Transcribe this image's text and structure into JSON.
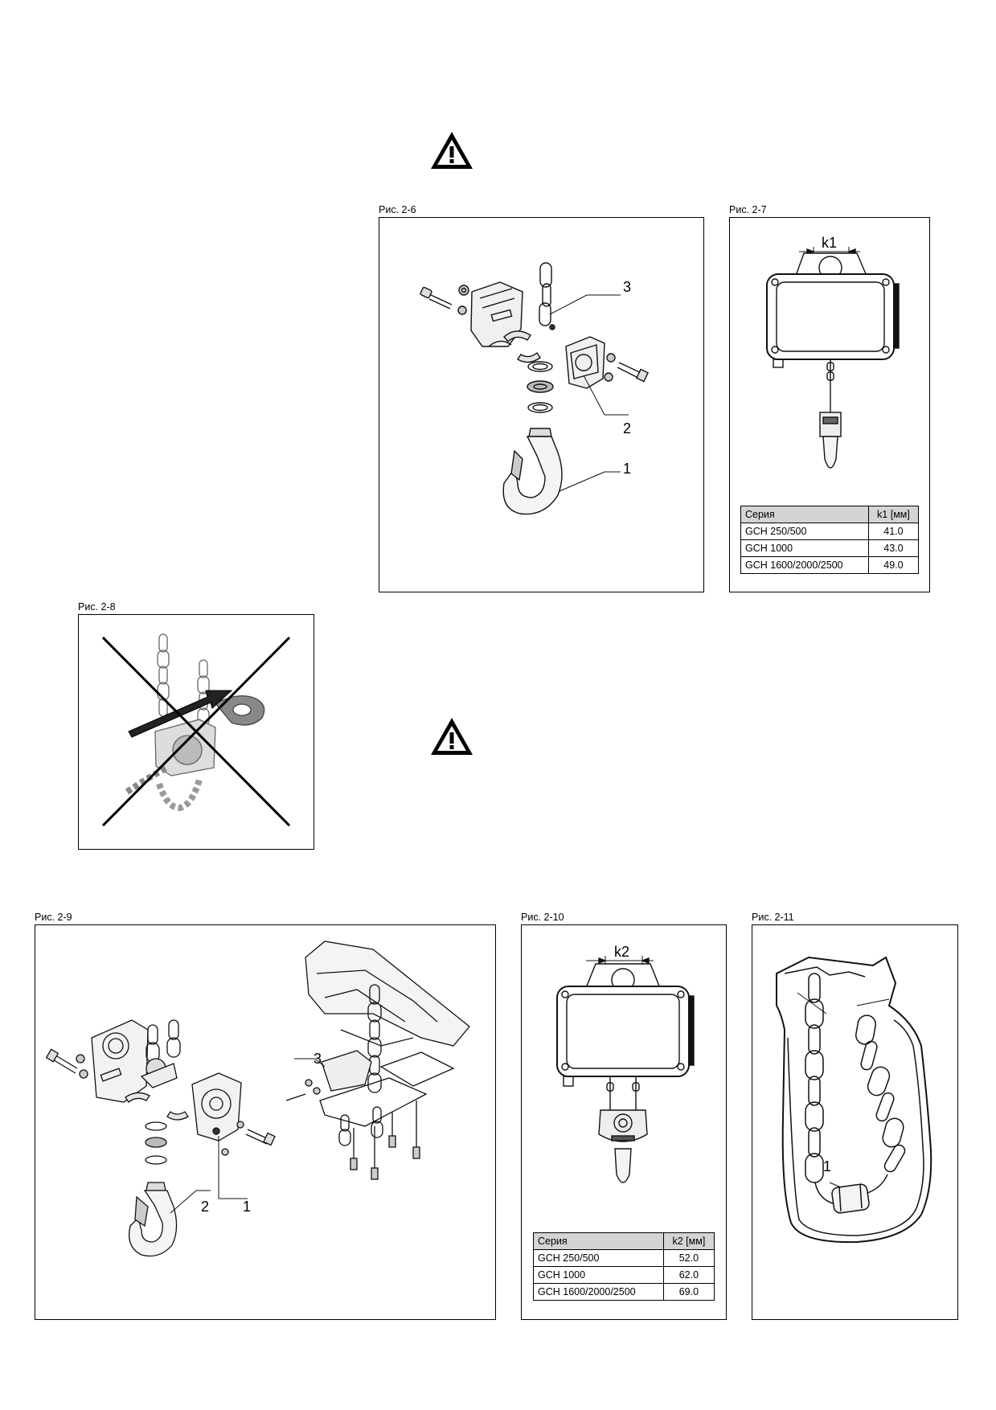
{
  "figures": {
    "fig_2_6": {
      "caption": "Рис. 2-6",
      "callouts": [
        "1",
        "2",
        "3"
      ]
    },
    "fig_2_7": {
      "caption": "Рис. 2-7",
      "dimension_label": "k1",
      "table": {
        "headers": [
          "Серия",
          "k1 [мм]"
        ],
        "rows": [
          [
            "GCH 250/500",
            "41.0"
          ],
          [
            "GCH 1000",
            "43.0"
          ],
          [
            "GCH 1600/2000/2500",
            "49.0"
          ]
        ]
      }
    },
    "fig_2_8": {
      "caption": "Рис. 2-8"
    },
    "fig_2_9": {
      "caption": "Рис. 2-9",
      "callouts": [
        "1",
        "2",
        "3"
      ]
    },
    "fig_2_10": {
      "caption": "Рис. 2-10",
      "dimension_label": "k2",
      "table": {
        "headers": [
          "Серия",
          "k2 [мм]"
        ],
        "rows": [
          [
            "GCH 250/500",
            "52.0"
          ],
          [
            "GCH 1000",
            "62.0"
          ],
          [
            "GCH 1600/2000/2500",
            "69.0"
          ]
        ]
      }
    },
    "fig_2_11": {
      "caption": "Рис. 2-11",
      "callouts": [
        "1"
      ]
    }
  },
  "icons": {
    "warning": "warning-triangle-icon"
  }
}
